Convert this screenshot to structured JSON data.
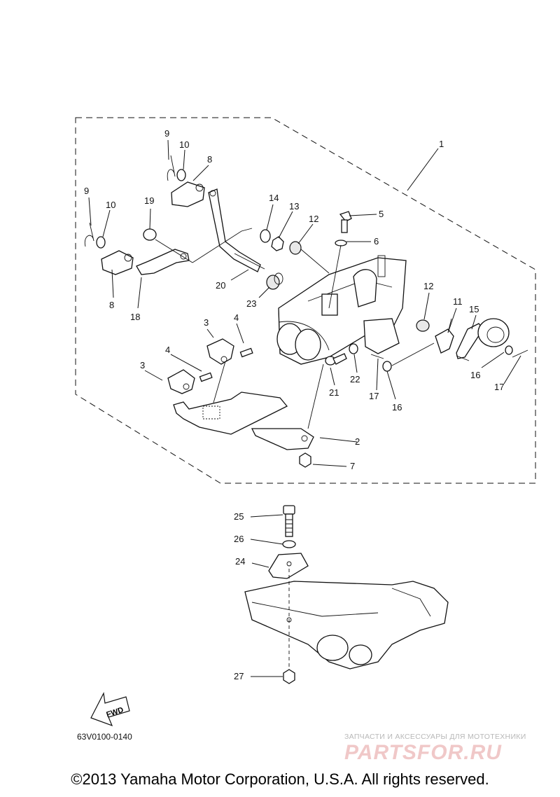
{
  "diagram": {
    "code": "63V0100-0140",
    "fwd_label": "FWD",
    "copyright": "©2013 Yamaha Motor Corporation, U.S.A. All rights reserved."
  },
  "watermark": {
    "tagline": "ЗАПЧАСТИ И АКСЕССУАРЫ ДЛЯ МОТОТЕХНИКИ",
    "logo": "PARTSFOR.RU"
  },
  "callouts": {
    "c1": "1",
    "c2": "2",
    "c3a": "3",
    "c3b": "3",
    "c4a": "4",
    "c4b": "4",
    "c5": "5",
    "c6": "6",
    "c7": "7",
    "c8a": "8",
    "c8b": "8",
    "c9a": "9",
    "c9b": "9",
    "c10a": "10",
    "c10b": "10",
    "c11": "11",
    "c12a": "12",
    "c12b": "12",
    "c13": "13",
    "c14": "14",
    "c15": "15",
    "c16a": "16",
    "c16b": "16",
    "c17a": "17",
    "c17b": "17",
    "c18": "18",
    "c19": "19",
    "c20": "20",
    "c21": "21",
    "c22": "22",
    "c23": "23",
    "c24": "24",
    "c25": "25",
    "c26": "26",
    "c27": "27"
  }
}
